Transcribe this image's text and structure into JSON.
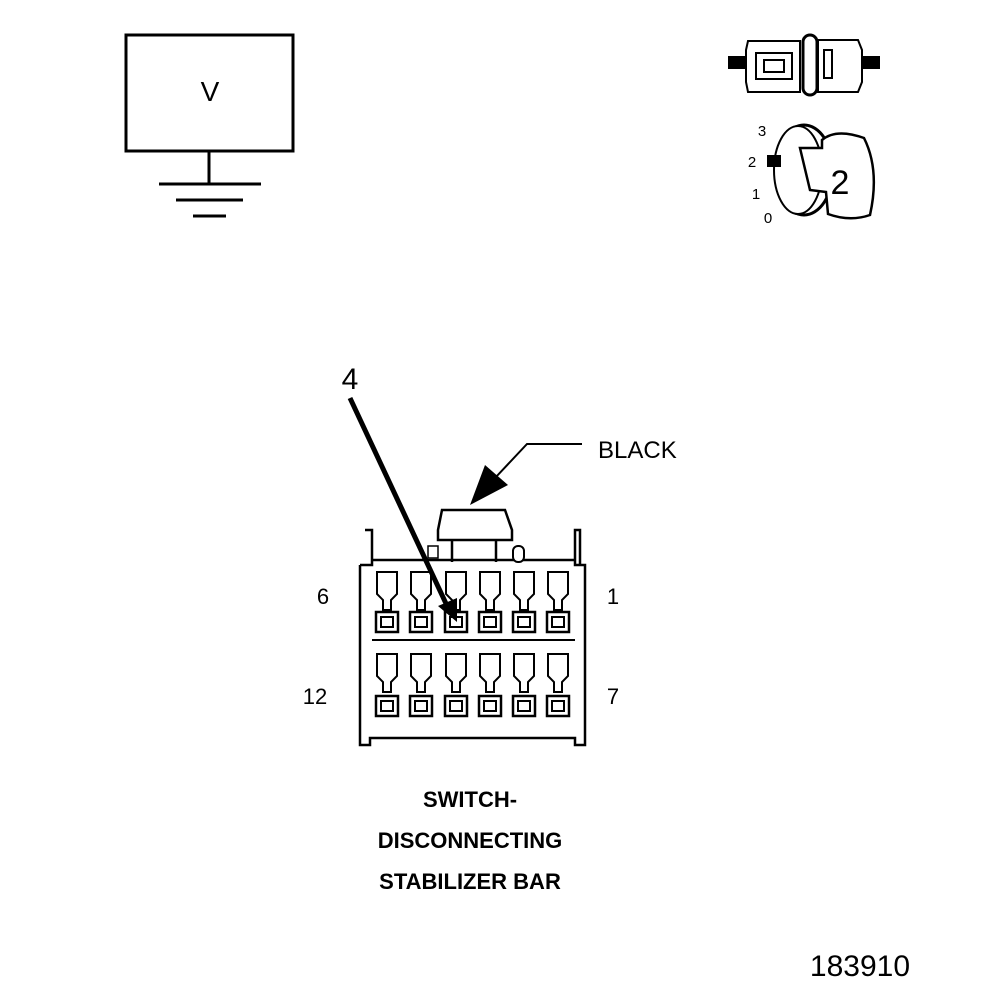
{
  "meter": {
    "label": "V"
  },
  "ignition": {
    "positions": [
      "3",
      "2",
      "1",
      "0"
    ],
    "key_position": "2"
  },
  "connector": {
    "callout_pin": "4",
    "color_label": "BLACK",
    "pin_labels": {
      "top_left": "6",
      "top_right": "1",
      "bottom_left": "12",
      "bottom_right": "7"
    }
  },
  "caption": {
    "line1": "SWITCH-",
    "line2": "DISCONNECTING",
    "line3": "STABILIZER BAR"
  },
  "figure_number": "183910"
}
